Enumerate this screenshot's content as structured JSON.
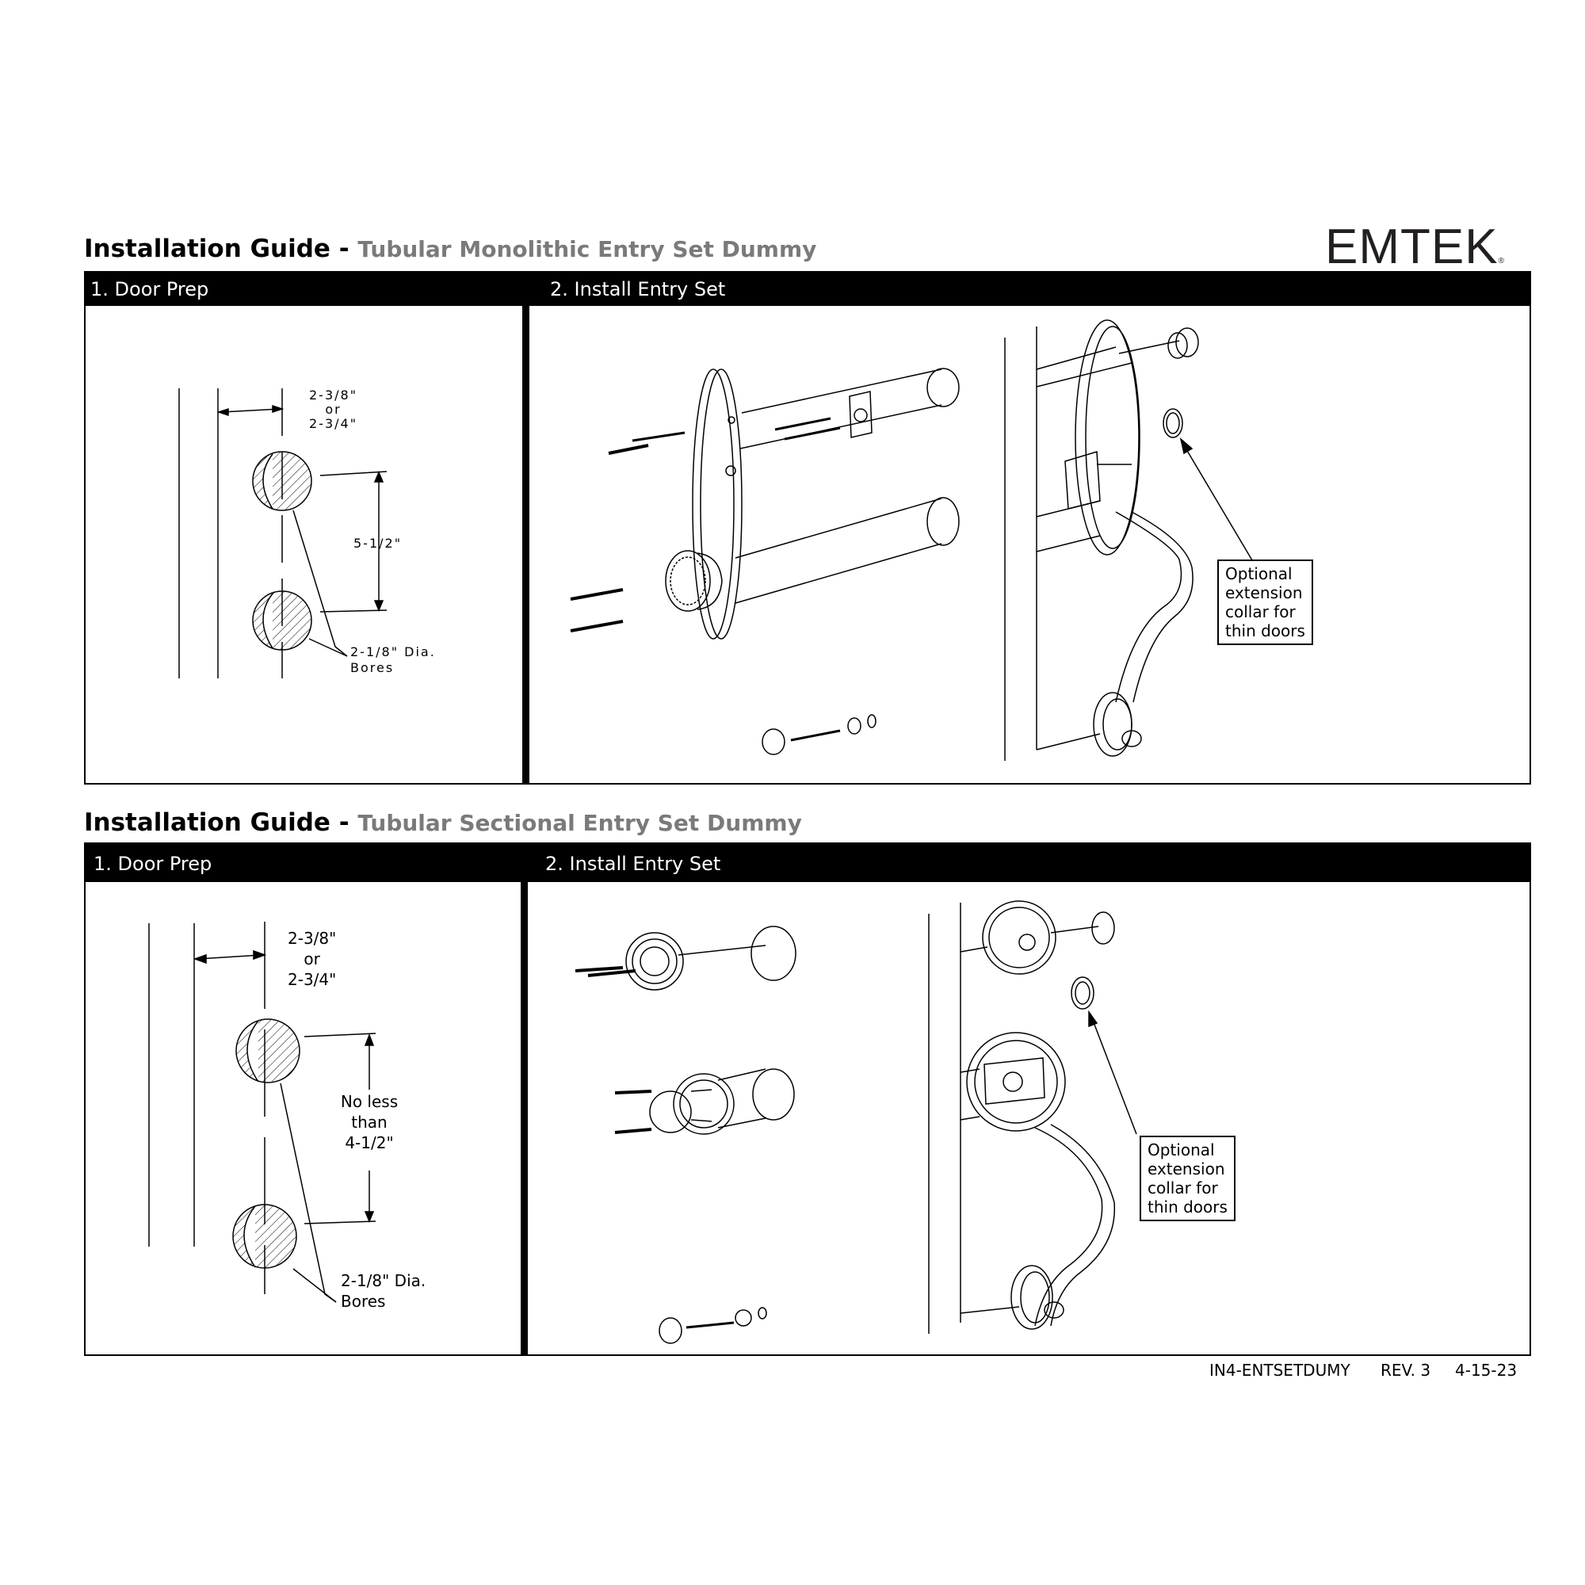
{
  "logo": "EMTEK",
  "guides": [
    {
      "title": "Installation Guide - ",
      "subtitle": "Tubular Monolithic Entry Set Dummy",
      "step1": "1. Door Prep",
      "step2": "2. Install Entry Set",
      "backset_a": "2-3/8\"",
      "backset_or": "or",
      "backset_b": "2-3/4\"",
      "spacing": "5-1/2\"",
      "bores_a": "2-1/8\" Dia.",
      "bores_b": "Bores",
      "callout": [
        "Optional",
        "extension",
        "collar for",
        "thin doors"
      ]
    },
    {
      "title": "Installation Guide - ",
      "subtitle": "Tubular Sectional Entry Set Dummy",
      "step1": "1. Door Prep",
      "step2": "2. Install Entry Set",
      "backset_a": "2-3/8\"",
      "backset_or": "or",
      "backset_b": "2-3/4\"",
      "spacing_a": "No less",
      "spacing_b": "than",
      "spacing_c": "4-1/2\"",
      "bores_a": "2-1/8\" Dia.",
      "bores_b": "Bores",
      "callout": [
        "Optional",
        "extension",
        "collar for",
        "thin doors"
      ]
    }
  ],
  "footer": {
    "doc_id": "IN4-ENTSETDUMY",
    "rev": "REV. 3",
    "date": "4-15-23"
  }
}
